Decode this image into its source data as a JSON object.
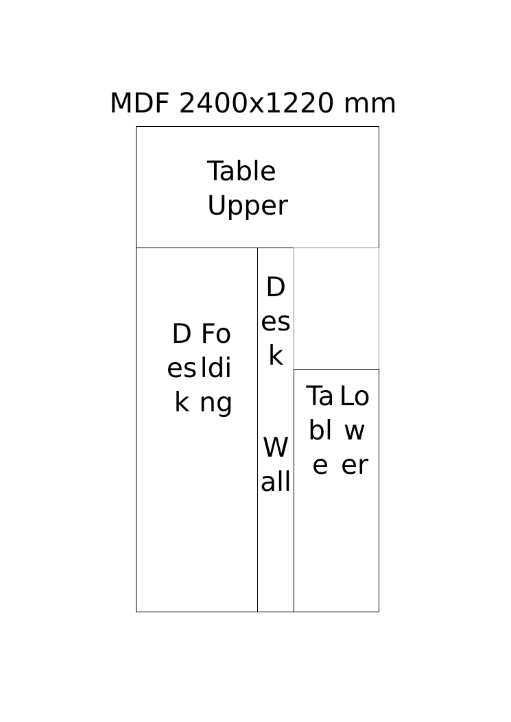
{
  "sheet": {
    "title": "MDF 2400x1220 mm"
  },
  "pieces": {
    "table_upper": {
      "line1": "Table",
      "line2": "Upper"
    },
    "desk_folding": {
      "word1": "Desk",
      "word2": "Folding"
    },
    "desk_wall": {
      "word1": "Desk",
      "word2": "Wall"
    },
    "table_lower": {
      "word1": "Table",
      "word2": "Lower"
    }
  },
  "colors": {
    "outline": "#000000",
    "offcut_outline": "#888888",
    "background": "#ffffff"
  }
}
